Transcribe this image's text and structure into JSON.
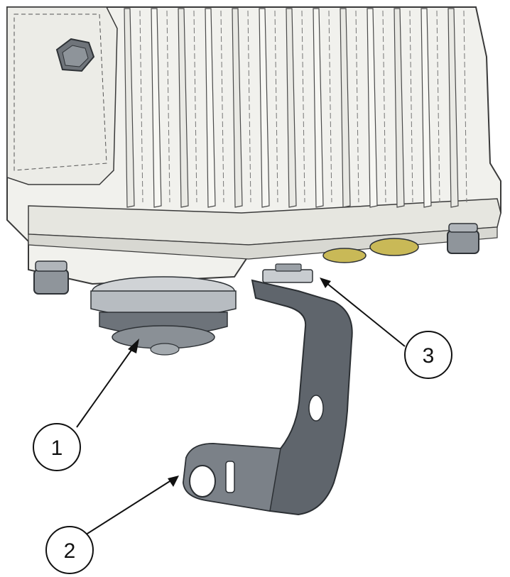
{
  "colors": {
    "background": "#ffffff",
    "housing": "#f1f1ed",
    "housing_shade": "#dcdcd6",
    "outline": "#3a3a3a",
    "metal_gray": "#8f959b",
    "metal_dark": "#5b6168",
    "bracket": "#5f656c",
    "bracket_dark": "#3f454b",
    "connector_yellow": "#c9b957",
    "leader": "#111111"
  },
  "callouts": [
    {
      "label": "1",
      "target": "grounding-connector"
    },
    {
      "label": "2",
      "target": "mounting-bracket-hole"
    },
    {
      "label": "3",
      "target": "bracket-fixing-screw"
    }
  ]
}
